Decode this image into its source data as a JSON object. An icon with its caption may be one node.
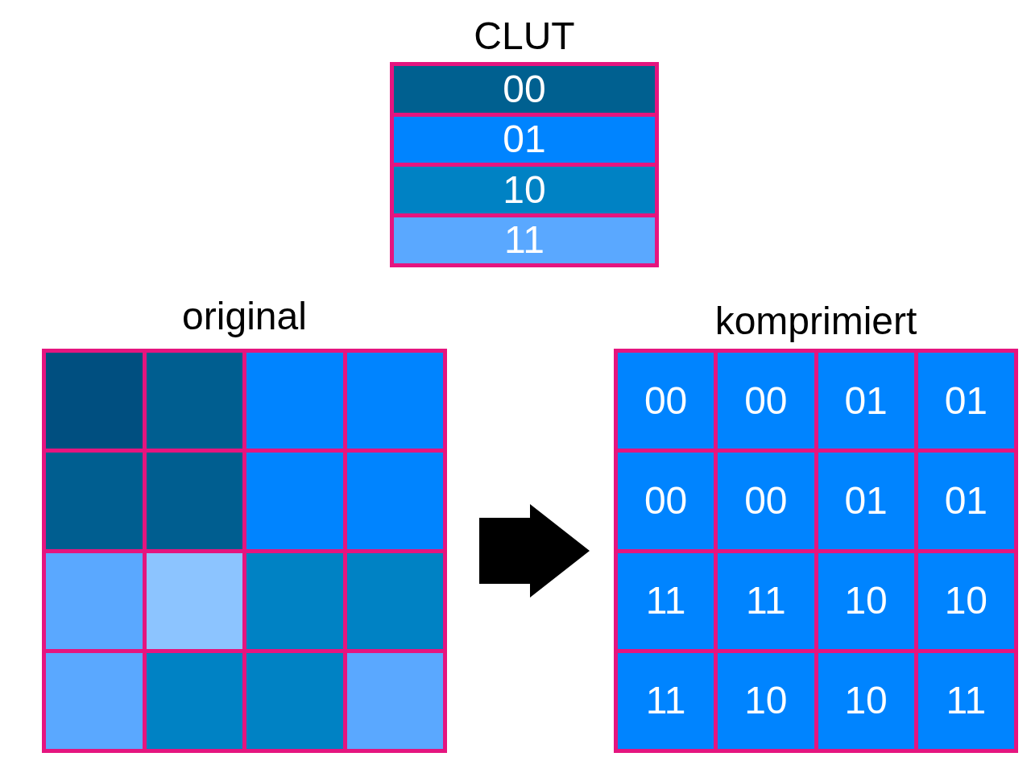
{
  "diagram": {
    "nodes": [
      {
        "text": [
          "CLUT"
        ]
      },
      {
        "text": [
          "00"
        ],
        "in": 0
      },
      {
        "text": [
          "01"
        ],
        "in": 0
      },
      {
        "text": [
          "10"
        ],
        "in": 0
      },
      {
        "text": [
          "11"
        ],
        "in": 0
      },
      {
        "text": [
          "original"
        ]
      },
      {
        "text": [],
        "shape": "box",
        "in": 5
      },
      {
        "text": [],
        "shape": "box",
        "in": 5
      },
      {
        "text": [],
        "shape": "box",
        "in": 5
      },
      {
        "text": [],
        "shape": "box",
        "in": 5
      },
      {
        "text": [],
        "shape": "box",
        "in": 5
      },
      {
        "text": [],
        "shape": "box",
        "in": 5
      },
      {
        "text": [],
        "shape": "box",
        "in": 5
      },
      {
        "text": [],
        "shape": "box",
        "in": 5
      },
      {
        "text": [],
        "shape": "box",
        "in": 5
      },
      {
        "text": [],
        "shape": "box",
        "in": 5
      },
      {
        "text": [],
        "shape": "box",
        "in": 5
      },
      {
        "text": [],
        "shape": "box",
        "in": 5
      },
      {
        "text": [],
        "shape": "box",
        "in": 5
      },
      {
        "text": [],
        "shape": "box",
        "in": 5
      },
      {
        "text": [],
        "shape": "box",
        "in": 5
      },
      {
        "text": [],
        "shape": "box",
        "in": 5
      },
      {
        "text": [
          "komprimiert"
        ]
      },
      {
        "text": [
          "00"
        ],
        "in": 22
      },
      {
        "text": [
          "00"
        ],
        "in": 22
      },
      {
        "text": [
          "01"
        ],
        "in": 22
      },
      {
        "text": [
          "01"
        ],
        "in": 22
      },
      {
        "text": [
          "00"
        ],
        "in": 22
      },
      {
        "text": [
          "00"
        ],
        "in": 22
      },
      {
        "text": [
          "01"
        ],
        "in": 22
      },
      {
        "text": [
          "01"
        ],
        "in": 22
      },
      {
        "text": [
          "11"
        ],
        "in": 22
      },
      {
        "text": [
          "11"
        ],
        "in": 22
      },
      {
        "text": [
          "10"
        ],
        "in": 22
      },
      {
        "text": [
          "10"
        ],
        "in": 22
      },
      {
        "text": [
          "11"
        ],
        "in": 22
      },
      {
        "text": [
          "10"
        ],
        "in": 22
      },
      {
        "text": [
          "10"
        ],
        "in": 22
      },
      {
        "text": [
          "11"
        ],
        "in": 22
      }
    ],
    "edges": [
      {
        "from": 5,
        "to": 22,
        "arrow": "to",
        "style": "thick"
      }
    ]
  }
}
